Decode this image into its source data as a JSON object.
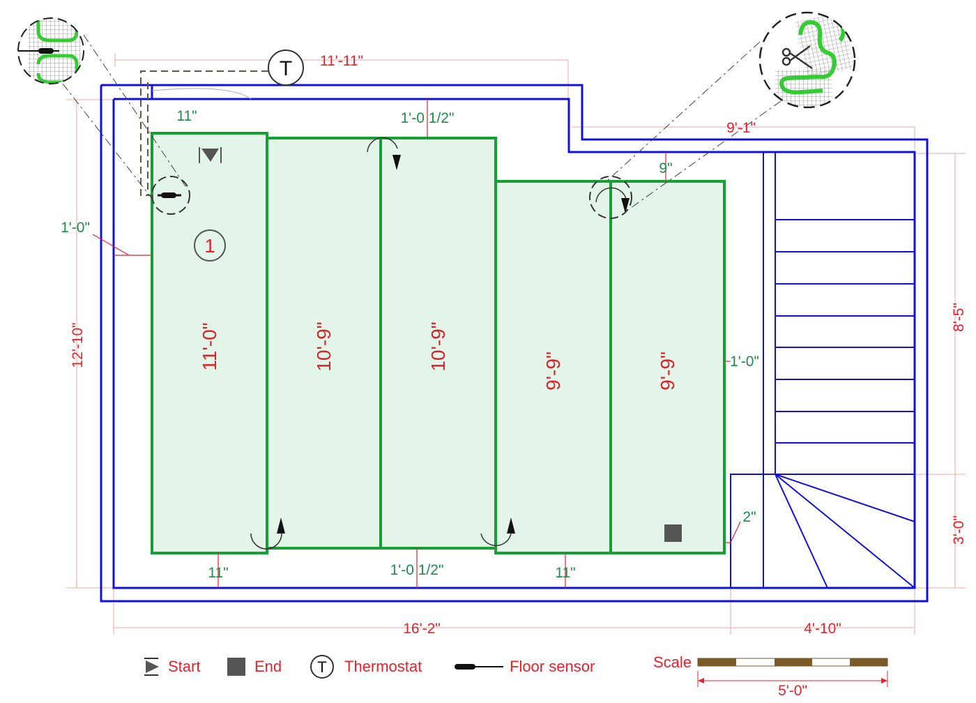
{
  "diagram": {
    "type": "radiant floor heating mat layout",
    "overall_dimensions": {
      "top_width": "11'-11\"",
      "right_top_width": "9'-1\"",
      "left_height": "12'-10\"",
      "bottom_left_width": "16'-2\"",
      "bottom_right_width": "4'-10\"",
      "right_upper_height": "8'-5\"",
      "right_lower_height": "3'-0\""
    },
    "clearances": {
      "top_left": "11\"",
      "top_middle": "1'-0 1/2\"",
      "top_right": "9\"",
      "left": "1'-0\"",
      "right": "1'-0\"",
      "bottom_right": "2\"",
      "bottom_left": "11\"",
      "bottom_middle": "1'-0 1/2\"",
      "bottom_mid_right": "11\""
    },
    "mat_strips": [
      {
        "length": "11'-0\""
      },
      {
        "length": "10'-9\""
      },
      {
        "length": "10'-9\""
      },
      {
        "length": "9'-9\""
      },
      {
        "length": "9'-9\""
      }
    ],
    "zone_number": "1",
    "thermostat_symbol": "T"
  },
  "legend": {
    "start_label": "Start",
    "end_label": "End",
    "thermostat_label": "Thermostat",
    "thermostat_symbol": "T",
    "sensor_label": "Floor sensor"
  },
  "scale_bar": {
    "label": "Scale",
    "length": "5'-0\""
  },
  "colors": {
    "wall": "#1010e0",
    "mat_stroke": "#16a034",
    "mat_fill": "#e3f5e8",
    "dimension_red": "#e8212a",
    "dimension_green": "#1e8c4a"
  }
}
